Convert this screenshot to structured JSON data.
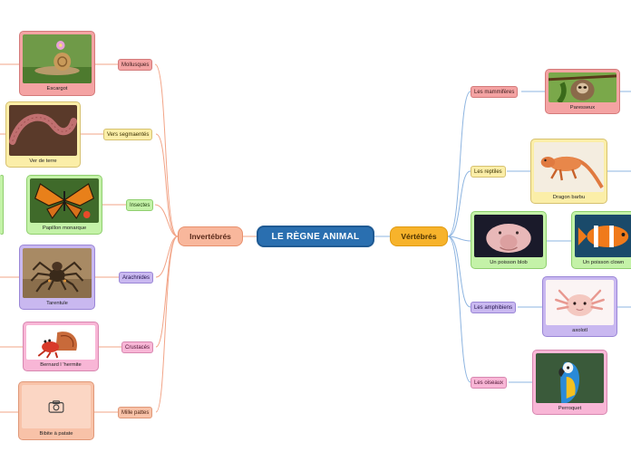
{
  "center": {
    "title": "LE RÈGNE ANIMAL"
  },
  "invertebrates": {
    "label": "Invertébrés",
    "groups": [
      {
        "label": "Mollusques",
        "example": "Escargot"
      },
      {
        "label": "Vers segmaentés",
        "example": "Ver de terre"
      },
      {
        "label": "Insectes",
        "example": "Papillon monarque"
      },
      {
        "label": "Arachnides",
        "example": "Tarentule"
      },
      {
        "label": "Crustacés",
        "example": "Bernard l 'hermite"
      },
      {
        "label": "Mille pattes",
        "example": "Bibite à patate"
      }
    ]
  },
  "vertebrates": {
    "label": "Vértébrés",
    "groups": [
      {
        "label": "Les mammifères",
        "example": "Paresseux"
      },
      {
        "label": "Les reptiles",
        "example": "Dragon barbu"
      },
      {
        "label": "",
        "example": "Un poisson blob",
        "example2": "Un poisson clown"
      },
      {
        "label": "Les amphibiens",
        "example": "axolotl"
      },
      {
        "label": "Les oiseaux",
        "example": "Perroquet"
      }
    ]
  },
  "icons": {
    "placeholder": "camera-icon"
  },
  "colors": {
    "center": "#2a6fb0",
    "invertebrates": "#f8b79c",
    "vertebrates": "#f7b32b",
    "link_left": "#f2a487",
    "link_right": "#8db4e0"
  }
}
